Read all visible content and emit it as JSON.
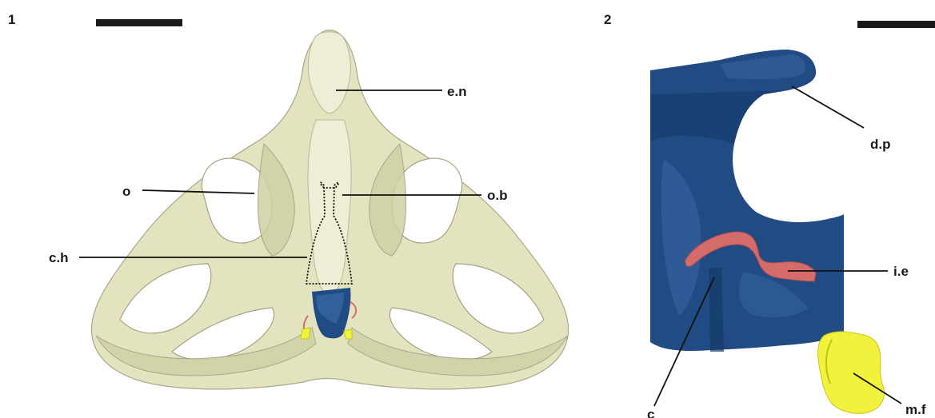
{
  "panels": [
    {
      "number": "1"
    },
    {
      "number": "2"
    }
  ],
  "labels": {
    "e_n": "e.n",
    "o": "o",
    "o_b": "o.b",
    "c_h": "c.h",
    "d_p": "d.p",
    "i_e": "i.e",
    "m_f": "m.f",
    "c": "c"
  },
  "colors": {
    "bone": "#e3e4bf",
    "blue_element": "#204b83",
    "pink_element": "#d56b6b",
    "yellow_element": "#f2f23c",
    "scale_bar": "#1a1a1a"
  }
}
